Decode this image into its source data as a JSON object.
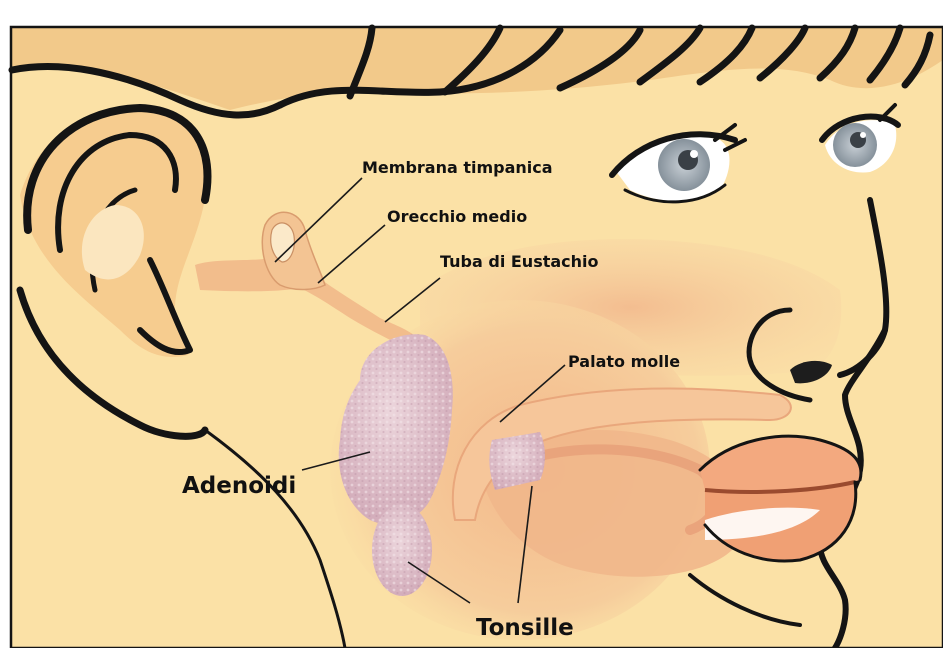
{
  "labels": {
    "membrana_timpanica": "Membrana timpanica",
    "orecchio_medio": "Orecchio medio",
    "tuba_di_eustachio": "Tuba di Eustachio",
    "palato_molle": "Palato molle",
    "adenoidi": "Adenoidi",
    "tonsille": "Tonsille"
  },
  "colors": {
    "skin": "#fbe1a6",
    "hair": "#f2c98a",
    "ear_inner": "#f6cc8f",
    "tissue": "#f2bd8c",
    "lymph": "#d9b3c0",
    "lips": "#f3a97f",
    "iris": "#8f9aa4",
    "outline": "#141414"
  },
  "icons": {
    "ear": "ear-icon",
    "eye": "eye-icon"
  }
}
